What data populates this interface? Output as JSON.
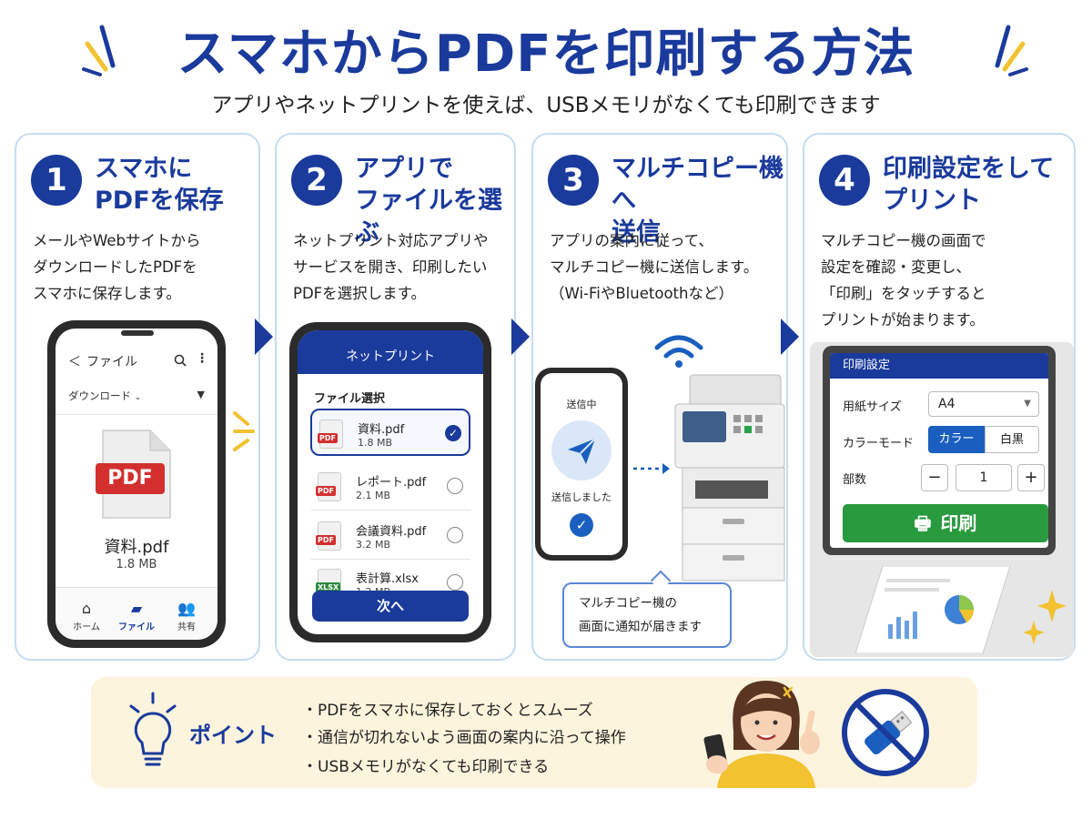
{
  "header": {
    "title": "スマホからPDFを印刷する方法",
    "subtitle": "アプリやネットプリントを使えば、USBメモリがなくても印刷できます"
  },
  "colors": {
    "accent": "#1a3a9c",
    "card_border": "#c5dcf2",
    "print_button": "#2a9a3e",
    "tip_bg": "#fdf4dd",
    "spark_yellow": "#f2c230"
  },
  "steps": [
    {
      "number": "1",
      "title_line1": "スマホに",
      "title_line2": "PDFを保存",
      "desc": [
        "メールやWebサイトから",
        "ダウンロードしたPDFを",
        "スマホに保存します。"
      ],
      "phone": {
        "back_icon": "chevron-left-icon",
        "title": "ファイル",
        "search_icon": "search-icon",
        "more_icon": "more-vertical-icon",
        "folder": "ダウンロード",
        "file_badge": "PDF",
        "file_name": "資料.pdf",
        "file_size": "1.8 MB",
        "tabs": [
          {
            "icon": "home-icon",
            "label": "ホーム"
          },
          {
            "icon": "folder-icon",
            "label": "ファイル"
          },
          {
            "icon": "people-icon",
            "label": "共有"
          }
        ]
      }
    },
    {
      "number": "2",
      "title_line1": "アプリで",
      "title_line2": "ファイルを選ぶ",
      "desc": [
        "ネットプリント対応アプリや",
        "サービスを開き、印刷したい",
        "PDFを選択します。"
      ],
      "phone": {
        "header": "ネットプリント",
        "section": "ファイル選択",
        "files": [
          {
            "badge": "PDF",
            "name": "資料.pdf",
            "size": "1.8 MB",
            "selected": true
          },
          {
            "badge": "PDF",
            "name": "レポート.pdf",
            "size": "2.1 MB",
            "selected": false
          },
          {
            "badge": "PDF",
            "name": "会議資料.pdf",
            "size": "3.2 MB",
            "selected": false
          },
          {
            "badge": "XLSX",
            "name": "表計算.xlsx",
            "size": "1.2 MB",
            "selected": false
          }
        ],
        "next_label": "次へ"
      }
    },
    {
      "number": "3",
      "title_line1": "マルチコピー機へ",
      "title_line2": "送信",
      "desc": [
        "アプリの案内に従って、",
        "マルチコピー機に送信します。",
        "（Wi-FiやBluetoothなど）"
      ],
      "phone": {
        "sending": "送信中",
        "sent": "送信しました"
      },
      "bubble_line1": "マルチコピー機の",
      "bubble_line2": "画面に通知が届きます"
    },
    {
      "number": "4",
      "title_line1": "印刷設定をして",
      "title_line2": "プリント",
      "desc": [
        "マルチコピー機の画面で",
        "設定を確認・変更し、",
        "「印刷」をタッチすると",
        "プリントが始まります。"
      ],
      "panel": {
        "header": "印刷設定",
        "paper_label": "用紙サイズ",
        "paper_value": "A4",
        "color_label": "カラーモード",
        "color_on": "カラー",
        "color_off": "白黒",
        "copies_label": "部数",
        "minus": "−",
        "copies_value": "1",
        "plus": "+",
        "print_label": "印刷"
      }
    }
  ],
  "tip": {
    "title": "ポイント",
    "items": [
      "・PDFをスマホに保存しておくとスムーズ",
      "・通信が切れないよう画面の案内に沿って操作",
      "・USBメモリがなくても印刷できる"
    ]
  }
}
